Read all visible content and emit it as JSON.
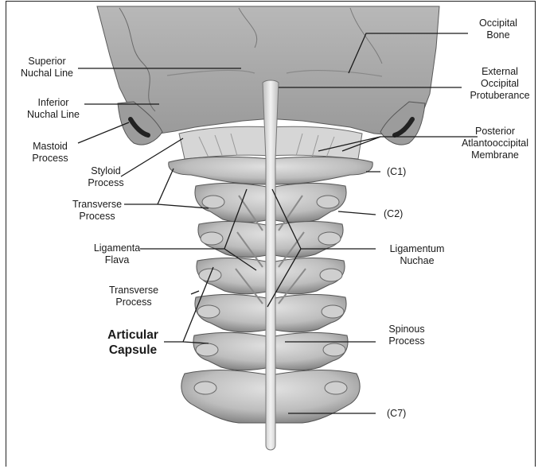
{
  "labels": {
    "occipital_bone": [
      "Occipital",
      "Bone"
    ],
    "external_occipital_protuberance": [
      "External",
      "Occipital",
      "Protuberance"
    ],
    "superior_nuchal_line": [
      "Superior",
      "Nuchal Line"
    ],
    "inferior_nuchal_line": [
      "Inferior",
      "Nuchal Line"
    ],
    "mastoid_process": [
      "Mastoid",
      "Process"
    ],
    "styloid_process": [
      "Styloid",
      "Process"
    ],
    "posterior_atlantooccipital_membrane": [
      "Posterior",
      "Atlantooccipital",
      "Membrane"
    ],
    "c1": "(C1)",
    "transverse_process_upper": [
      "Transverse",
      "Process"
    ],
    "c2": "(C2)",
    "ligamenta_flava": [
      "Ligamenta",
      "Flava"
    ],
    "ligamentum_nuchae": [
      "Ligamentum",
      "Nuchae"
    ],
    "transverse_process_lower": [
      "Transverse",
      "Process"
    ],
    "articular_capsule": [
      "Articular",
      "Capsule"
    ],
    "spinous_process": [
      "Spinous",
      "Process"
    ],
    "c7": "(C7)"
  },
  "colors": {
    "bone_light": "#c9c9c9",
    "bone_mid": "#a8a8a8",
    "bone_dark": "#6e6e6e",
    "ligament": "#e6e6e6",
    "line": "#1a1a1a",
    "background": "#ffffff"
  }
}
